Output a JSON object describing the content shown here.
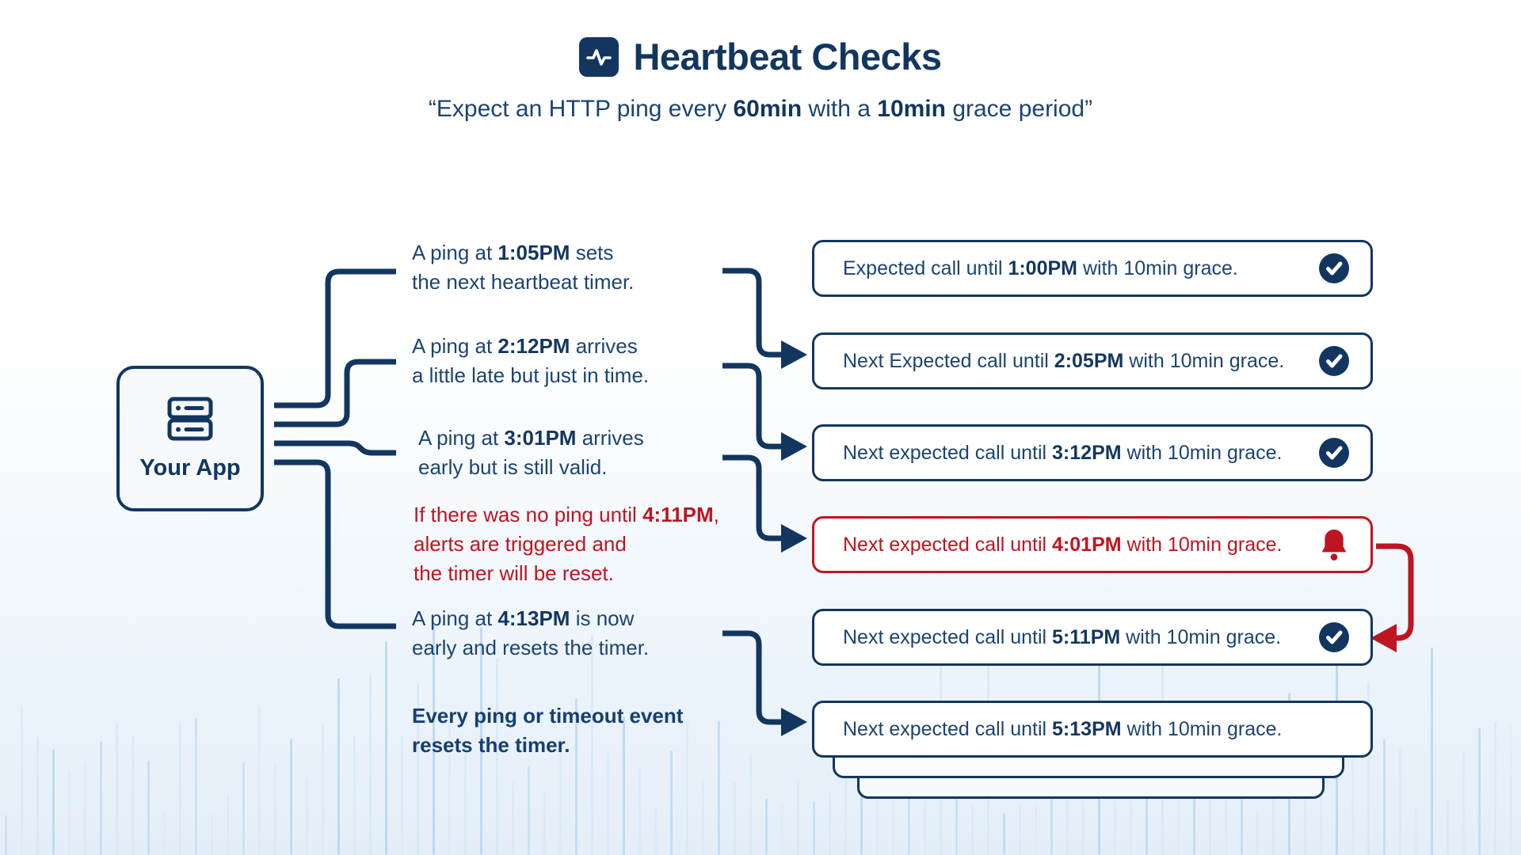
{
  "header": {
    "title": "Heartbeat Checks",
    "title_icon": "activity-pulse-icon",
    "subtitle": "“Expect an HTTP ping every **60min** with a **10min** grace period”"
  },
  "app_node": {
    "label": "Your App",
    "icon": "server-icon"
  },
  "annotations": [
    {
      "text": "A ping at **1:05PM** sets\nthe next heartbeat timer.",
      "style": "navy"
    },
    {
      "text": "A ping at **2:12PM** arrives\na little late but just in time.",
      "style": "navy"
    },
    {
      "text": "A ping at **3:01PM** arrives\nearly but is still valid.",
      "style": "navy"
    },
    {
      "text": "If there was no ping until **4:11PM**,\nalerts are triggered and\nthe timer will be reset.",
      "style": "red"
    },
    {
      "text": "A ping at **4:13PM** is now\nearly and resets the timer.",
      "style": "navy"
    },
    {
      "text": "Every ping or timeout event\nresets the timer.",
      "style": "bold"
    }
  ],
  "status_boxes": [
    {
      "text": "Expected call until **1:00PM** with 10min grace.",
      "icon": "check-badge",
      "variant": "ok"
    },
    {
      "text": "Next Expected call until **2:05PM** with 10min grace.",
      "icon": "check-badge",
      "variant": "ok"
    },
    {
      "text": "Next expected call until **3:12PM** with 10min grace.",
      "icon": "check-badge",
      "variant": "ok"
    },
    {
      "text": "Next expected call until **4:01PM** with 10min grace.",
      "icon": "alert-bell",
      "variant": "alert"
    },
    {
      "text": "Next expected call until **5:11PM** with 10min grace.",
      "icon": "check-badge",
      "variant": "ok"
    },
    {
      "text": "Next expected call until **5:13PM** with 10min grace.",
      "icon": "none",
      "variant": "ok"
    }
  ],
  "colors": {
    "navy": "#12365f",
    "navy_text": "#1b4470",
    "red": "#be1522",
    "red_text": "#c11320",
    "wave_light": "#d8e9f6",
    "wave_mid": "#bcd7ec"
  }
}
